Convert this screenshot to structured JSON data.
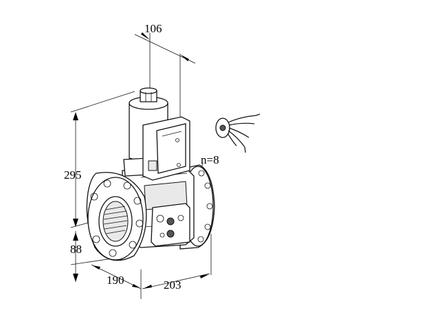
{
  "dimensions": {
    "width_top": "106",
    "height_total": "295",
    "height_axis": "88",
    "length_body": "190",
    "length_flange": "203",
    "bolt_count": "n=8"
  }
}
